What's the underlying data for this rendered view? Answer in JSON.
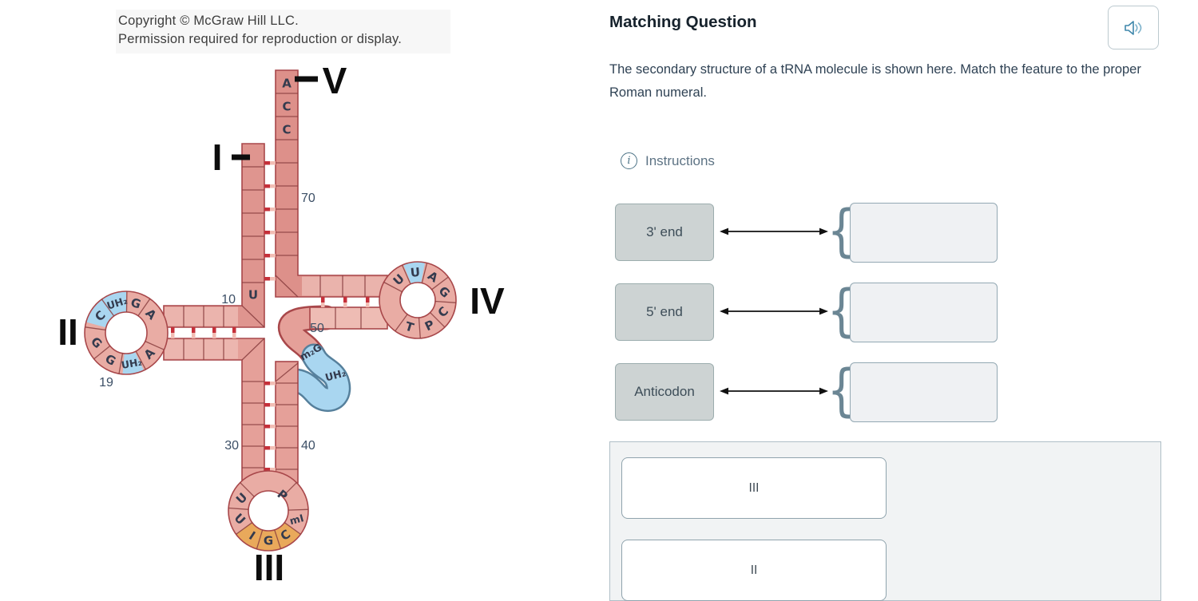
{
  "diagram": {
    "copyright_line1": "Copyright © McGraw Hill LLC.",
    "copyright_line2": "Permission required for reproduction or display.",
    "roman": {
      "i": "I",
      "ii": "II",
      "iii": "III",
      "iv": "IV",
      "v": "V"
    },
    "positions": {
      "p10": "10",
      "p19": "19",
      "p30": "30",
      "p40": "40",
      "p50": "50",
      "p70": "70"
    },
    "acceptor": {
      "a1": "A",
      "a2": "C",
      "a3": "C",
      "u": "U"
    },
    "d_loop": {
      "b1": "A",
      "b2": "G",
      "b3": "UH₂",
      "b4": "C",
      "b5": "G",
      "b6": "G",
      "b7": "UH₂",
      "b8": "A"
    },
    "t_loop": {
      "b1": "U",
      "b2": "U",
      "b3": "A",
      "b4": "G",
      "b5": "C",
      "b6": "P",
      "b7": "T"
    },
    "variable_loop": {
      "b1": "m₂G",
      "b2": "UH₂"
    },
    "anticodon_loop": {
      "b1": "U",
      "b2": "U",
      "b3": "I",
      "b4": "G",
      "b5": "C",
      "b6": "mI",
      "b7": "P"
    }
  },
  "question": {
    "title": "Matching Question",
    "audio_icon": "speaker-icon",
    "prompt": "The secondary structure of a tRNA molecule is shown here. Match the feature to the proper Roman numeral.",
    "instructions_label": "Instructions",
    "info_icon": "i",
    "brace": "{",
    "pairs": [
      {
        "label": "3' end"
      },
      {
        "label": "5' end"
      },
      {
        "label": "Anticodon"
      }
    ],
    "bank": [
      {
        "label": "III"
      },
      {
        "label": "II"
      }
    ]
  },
  "colors": {
    "strand_pink": "#dd908a",
    "strand_light": "#eebcb4",
    "loop_band": "#e9aca4",
    "outline_red": "#a8474a",
    "rung_red": "#c5303a",
    "rung_light": "#f2bdb4",
    "modified_blue": "#a9d6f0",
    "blue_outline": "#56809c",
    "anticodon_orange": "#e9a95b",
    "orange_outline": "#a87030",
    "label_box_bg": "#cdd3d3",
    "drop_zone_bg": "#eff1f3",
    "bank_panel_bg": "#f1f3f4",
    "ui_border": "#93a8b3",
    "brace_color": "#6b8694",
    "link_blue": "#4c7386",
    "text_dark": "#2f4254"
  }
}
